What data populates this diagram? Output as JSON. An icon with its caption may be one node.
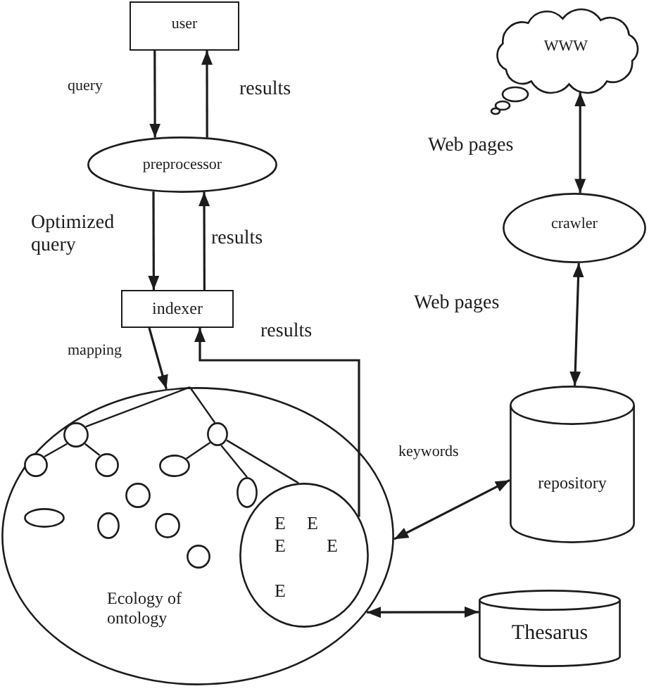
{
  "diagram": {
    "nodes": [
      {
        "text": [
          "user"
        ]
      },
      {
        "text": [
          "preprocessor"
        ]
      },
      {
        "text": [
          "indexer"
        ]
      },
      {
        "text": [
          "WWW"
        ]
      },
      {
        "text": [
          "crawler"
        ]
      },
      {
        "text": [
          "repository"
        ]
      },
      {
        "text": [
          "Ecology of ontology"
        ]
      },
      {
        "text": [],
        "shape": "circle",
        "in": 6
      },
      {
        "text": [],
        "shape": "ellipse",
        "in": 6
      },
      {
        "text": [],
        "shape": "circle",
        "in": 6
      },
      {
        "text": [],
        "shape": "circle",
        "in": 6
      },
      {
        "text": [],
        "shape": "ellipse",
        "in": 6
      },
      {
        "text": [],
        "shape": "ellipse",
        "in": 6
      },
      {
        "text": [],
        "shape": "circle",
        "in": 6
      },
      {
        "text": [],
        "shape": "ellipse",
        "in": 6
      },
      {
        "text": [],
        "shape": "ellipse",
        "in": 6
      },
      {
        "text": [],
        "shape": "circle",
        "in": 6
      },
      {
        "text": [],
        "shape": "circle",
        "in": 6
      },
      {
        "text": [
          "E",
          "E",
          "E",
          "E",
          "E"
        ],
        "in": 6
      },
      {
        "text": [
          "Thesarus"
        ]
      }
    ],
    "edges": [
      {
        "from": 0,
        "to": 1,
        "arrow": "to",
        "label": "query"
      },
      {
        "from": 1,
        "to": 0,
        "arrow": "to",
        "label": "results"
      },
      {
        "from": 1,
        "to": 2,
        "arrow": "to",
        "label": "Optimized query"
      },
      {
        "from": 2,
        "to": 1,
        "arrow": "to",
        "label": "results"
      },
      {
        "from": 2,
        "to": 6,
        "arrow": "to",
        "label": "mapping"
      },
      {
        "from": 18,
        "to": 2,
        "arrow": "to",
        "label": "results"
      },
      {
        "from": 3,
        "to": 4,
        "arrow": "both",
        "label": "Web pages"
      },
      {
        "from": 4,
        "to": 5,
        "arrow": "both",
        "label": "Web pages"
      },
      {
        "from": 6,
        "to": 5,
        "arrow": "both",
        "label": "keywords"
      },
      {
        "from": 6,
        "to": 19,
        "arrow": "both"
      },
      {
        "from": 6,
        "to": 7,
        "arrow": "none"
      },
      {
        "from": 6,
        "to": 8,
        "arrow": "none"
      },
      {
        "from": 7,
        "to": 9,
        "arrow": "none"
      },
      {
        "from": 7,
        "to": 10,
        "arrow": "none"
      },
      {
        "from": 8,
        "to": 11,
        "arrow": "none"
      },
      {
        "from": 8,
        "to": 12,
        "arrow": "none"
      },
      {
        "from": 8,
        "to": 18,
        "arrow": "none"
      }
    ]
  }
}
